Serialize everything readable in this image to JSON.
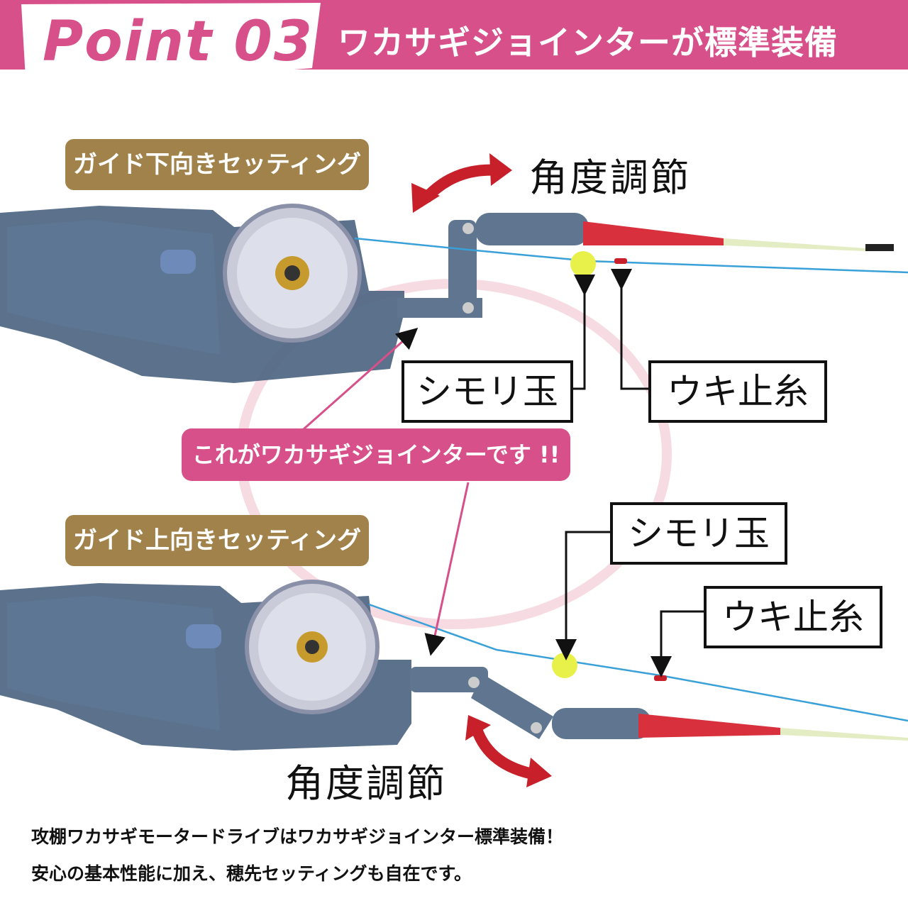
{
  "header": {
    "point_label": "Point 03.",
    "title": "ワカサギジョインターが標準装備"
  },
  "top_section": {
    "setting_label": "ガイド下向きセッティング",
    "angle_label": "角度調節",
    "shimori_label": "シモリ玉",
    "ukidome_label": "ウキ止糸"
  },
  "joint_callout": "これがワカサギジョインターです !!",
  "bottom_section": {
    "setting_label": "ガイド上向きセッティング",
    "angle_label": "角度調節",
    "shimori_label": "シモリ玉",
    "ukidome_label": "ウキ止糸"
  },
  "footer": {
    "line1": "攻棚ワカサギモータードライブはワカサギジョインター標準装備！",
    "line2": "安心の基本性能に加え、穂先セッティングも自在です。"
  },
  "colors": {
    "brand_pink": "#d7508a",
    "pill_brown": "#a0824a",
    "arrow_red": "#c8202a",
    "reel_body": "#4a6280",
    "line_blue": "#3aa0d8",
    "float_yellow": "#e8f04a"
  }
}
